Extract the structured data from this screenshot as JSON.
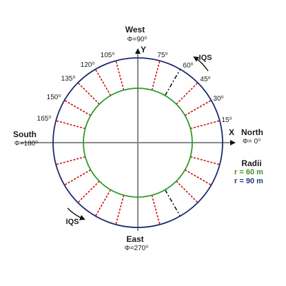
{
  "colors": {
    "outer_circle": "#1c2a6b",
    "inner_circle": "#2a9a2a",
    "red_dash": "#cc1111",
    "black_dash": "#111111",
    "axis": "#888888",
    "radius_60": "#3f8f1f",
    "radius_90": "#1c3c7a"
  },
  "labels": {
    "west": "West",
    "west_phi": "Φ=90⁰",
    "south": "South",
    "south_phi": "Φ=180⁰",
    "north": "North",
    "north_phi": "Φ= 0⁰",
    "east": "East",
    "east_phi": "Φ=270⁰",
    "x_axis": "X",
    "y_axis": "Y",
    "iqs_top": "IQS",
    "iqs_bottom": "IQS",
    "radii_title": "Radii",
    "radius_60": "r = 60 m",
    "radius_90": "r = 90 m"
  },
  "angle_labels": [
    "15⁰",
    "30⁰",
    "45⁰",
    "60⁰",
    "75⁰",
    "105⁰",
    "120⁰",
    "135⁰",
    "150⁰",
    "165⁰"
  ],
  "radial_lines": {
    "angles_deg": [
      15,
      30,
      45,
      60,
      75,
      105,
      120,
      135,
      150,
      165
    ],
    "black_angles_deg": [
      60
    ]
  }
}
